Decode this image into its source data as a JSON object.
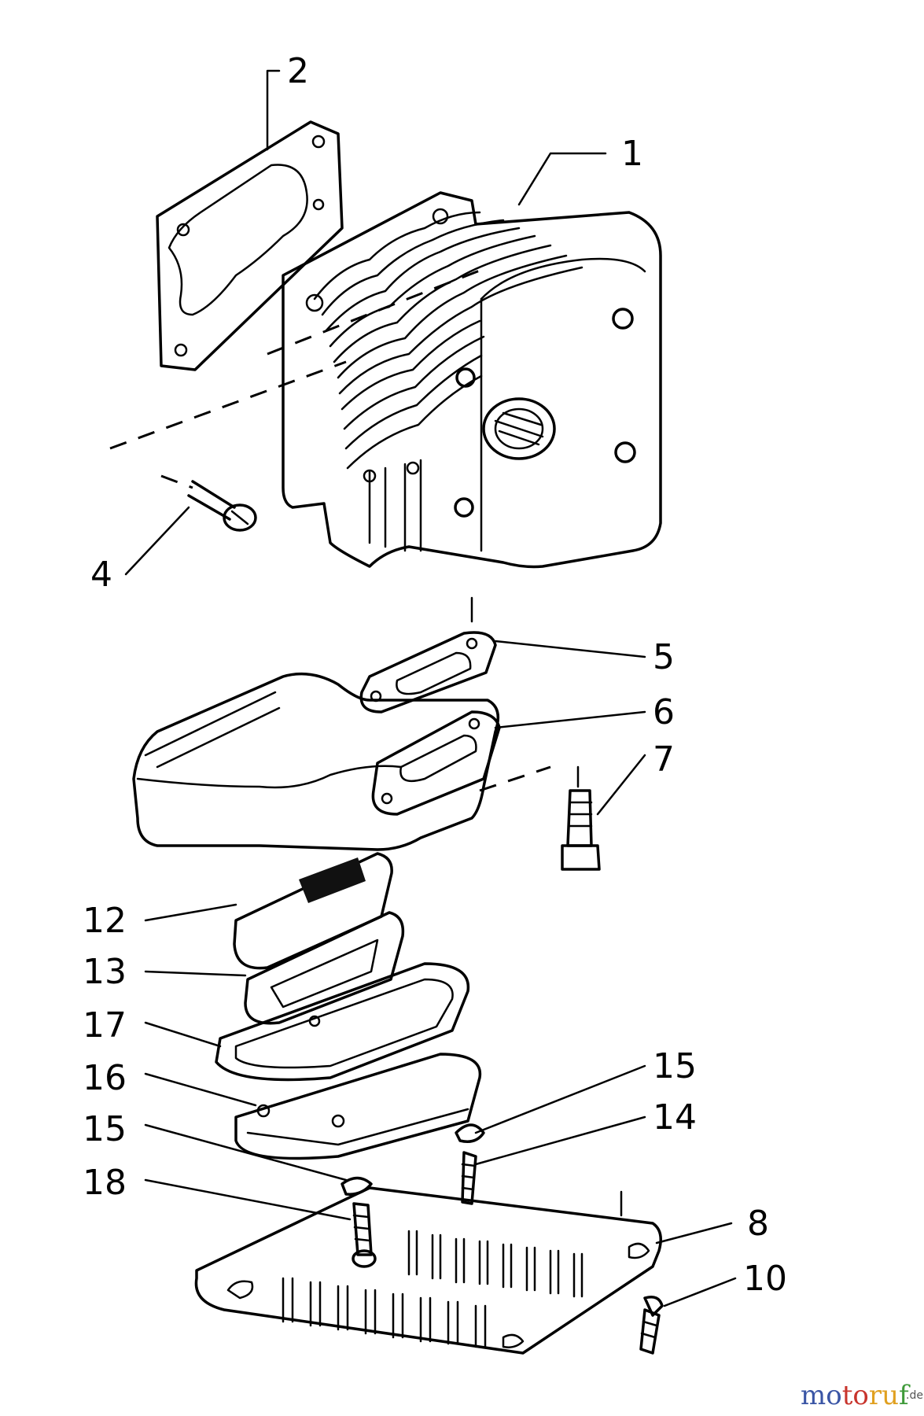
{
  "callouts": {
    "p1": "1",
    "p2": "2",
    "p4": "4",
    "p5": "5",
    "p6": "6",
    "p7": "7",
    "p8": "8",
    "p10": "10",
    "p12": "12",
    "p13": "13",
    "p14": "14",
    "p15a": "15",
    "p15b": "15",
    "p16": "16",
    "p17": "17",
    "p18": "18"
  },
  "watermark": {
    "text": "motoruf",
    "suffix": ".de"
  }
}
